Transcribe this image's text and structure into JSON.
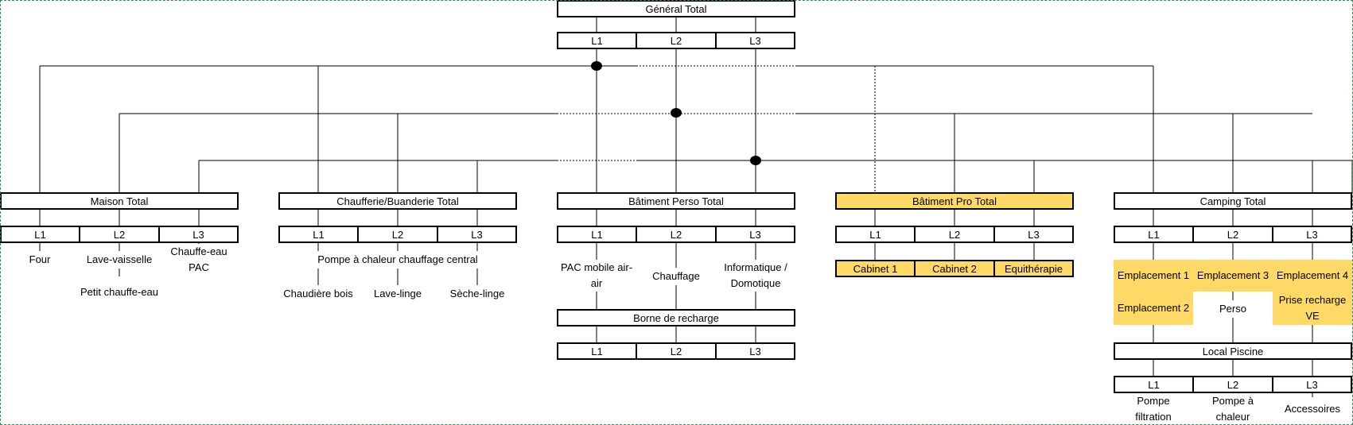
{
  "top": {
    "title": "Général Total",
    "phases": [
      "L1",
      "L2",
      "L3"
    ]
  },
  "groups": [
    {
      "title": "Maison Total",
      "phases": [
        "L1",
        "L2",
        "L3"
      ],
      "loads": [
        "Four",
        "Lave-vaisselle",
        "Petit chauffe-eau",
        "Chauffe-eau PAC"
      ]
    },
    {
      "title": "Chaufferie/Buanderie Total",
      "phases": [
        "L1",
        "L2",
        "L3"
      ],
      "loads": [
        "Pompe à chaleur chauffage central",
        "Chaudière bois",
        "Lave-linge",
        "Sèche-linge"
      ]
    },
    {
      "title": "Bâtiment Perso Total",
      "phases": [
        "L1",
        "L2",
        "L3"
      ],
      "loads": [
        "PAC mobile air-air",
        "Chauffage",
        "Informatique / Domotique"
      ],
      "sub": {
        "title": "Borne de recharge",
        "phases": [
          "L1",
          "L2",
          "L3"
        ]
      }
    },
    {
      "title": "Bâtiment Pro Total",
      "phases": [
        "L1",
        "L2",
        "L3"
      ],
      "loads": [
        "Cabinet 1",
        "Cabinet 2",
        "Equithérapie"
      ]
    },
    {
      "title": "Camping Total",
      "phases": [
        "L1",
        "L2",
        "L3"
      ],
      "loads": [
        "Emplacement 1",
        "Emplacement 2",
        "Emplacement 3",
        "Perso",
        "Emplacement 4",
        "Prise recharge VE"
      ],
      "sub": {
        "title": "Local Piscine",
        "phases": [
          "L1",
          "L2",
          "L3"
        ],
        "loads": [
          "Pompe filtration",
          "Pompe à chaleur",
          "Accessoires"
        ]
      }
    }
  ],
  "colors": {
    "highlight": "#ffd966",
    "line": "#000000",
    "frame": "#2e8b57"
  }
}
